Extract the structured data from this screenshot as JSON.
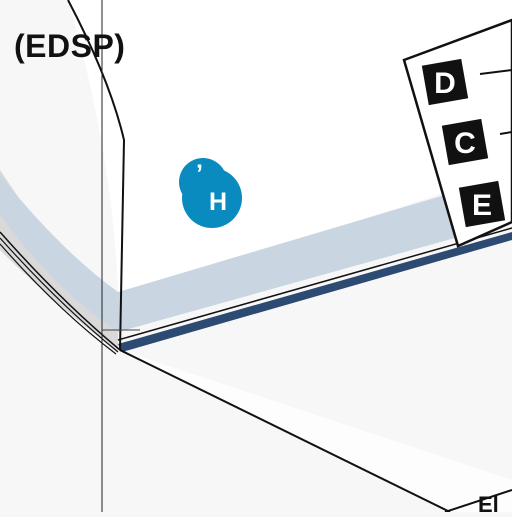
{
  "map": {
    "title_fragment": "(EDSP)",
    "marker": {
      "label": "H",
      "prefix": "’",
      "color": "#0a8bbf"
    },
    "legend": {
      "items": [
        {
          "id": "d",
          "label": "D"
        },
        {
          "id": "c",
          "label": "C"
        },
        {
          "id": "e",
          "label": "E"
        }
      ]
    },
    "corner_label": "El",
    "colors": {
      "band": "#c9d5e1",
      "edge": "#2c4a72",
      "outline": "#111111",
      "background": "#f7f7f7",
      "panel": "#ffffff"
    }
  }
}
